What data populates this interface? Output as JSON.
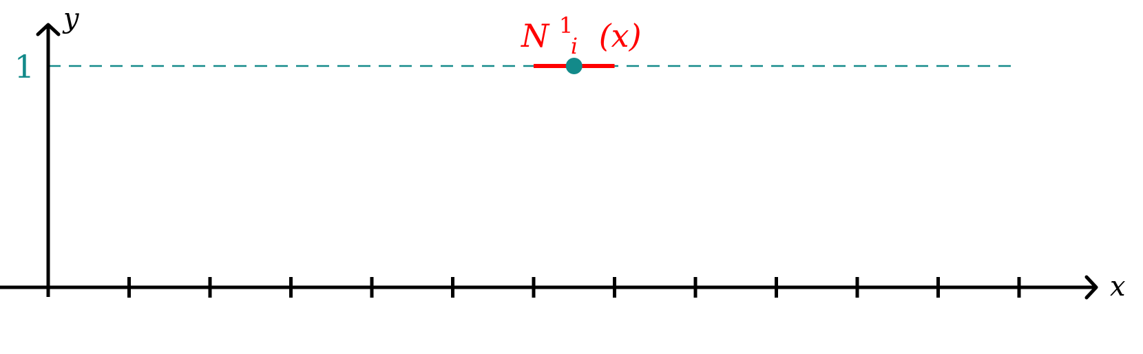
{
  "axes": {
    "x_label": "x",
    "y_label": "y"
  },
  "level": {
    "label": "1",
    "value": 1
  },
  "ticks": {
    "count": 12
  },
  "function_label": {
    "base": "N",
    "subscript": "i",
    "superscript": "1",
    "argument": "(x)"
  },
  "segment": {
    "start_tick": 6,
    "end_tick": 7
  },
  "colors": {
    "axis": "#000000",
    "level_line": "#138a8a",
    "segment": "#ff0000",
    "point": "#138a8a",
    "label": "#ff0000"
  }
}
